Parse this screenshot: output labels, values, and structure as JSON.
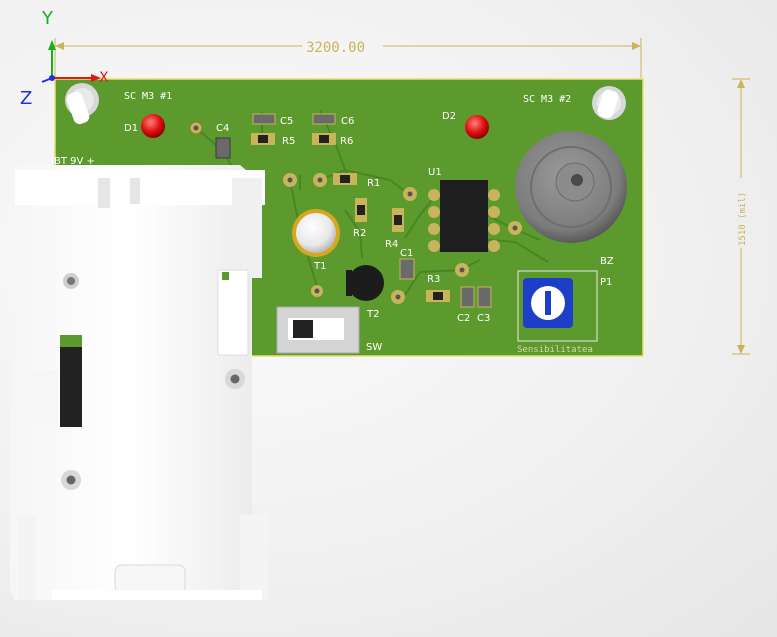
{
  "viewer": {
    "axes": {
      "y": "Y",
      "x": "X",
      "z": "Z"
    },
    "dimensions": {
      "width": "3200.00",
      "height": "1510 (mil)"
    }
  },
  "board": {
    "mounting_holes": [
      "SC M3 #1",
      "SC M3 #2"
    ],
    "battery_label": "BT 9V +",
    "switch_label": "SW",
    "pot_caption": "Sensibilitatea",
    "designators": {
      "d1": "D1",
      "d2": "D2",
      "c4": "C4",
      "c5": "C5",
      "c6": "C6",
      "r5": "R5",
      "r6": "R6",
      "r1": "R1",
      "r2": "R2",
      "r3": "R3",
      "r4": "R4",
      "u1": "U1",
      "t1": "T1",
      "t2": "T2",
      "c1": "C1",
      "c2": "C2",
      "c3": "C3",
      "bz": "BZ",
      "p1": "P1"
    }
  },
  "colors": {
    "pcb": "#5c9a2e",
    "trace": "#4a8424",
    "outline": "#e8e070",
    "dimension": "#c8b45a",
    "axis_x": "#e01818",
    "axis_y": "#18b018",
    "axis_z": "#2030e0"
  }
}
